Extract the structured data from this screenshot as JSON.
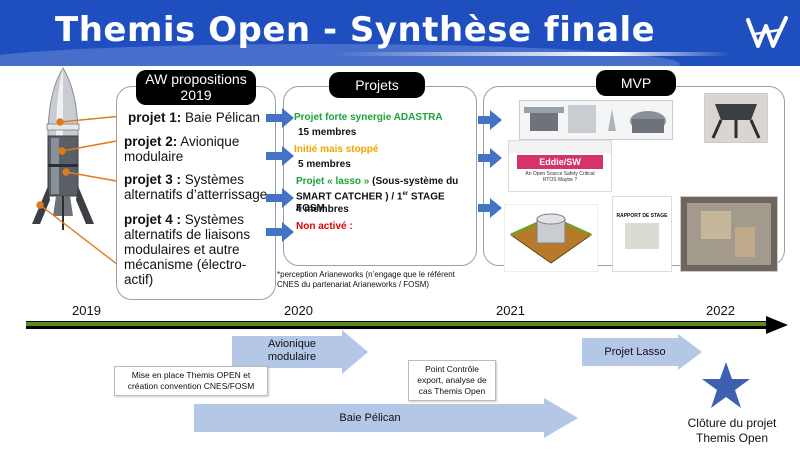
{
  "title": "Themis Open - Synthèse finale",
  "headers": {
    "aw_line1": "AW propositions",
    "aw_line2": "2019",
    "projets": "Projets",
    "mvp": "MVP"
  },
  "propositions": [
    {
      "num": "projet 1:",
      "text": " Baie Pélican"
    },
    {
      "num": "projet 2:",
      "text": " Avionique modulaire"
    },
    {
      "num": "projet 3 :",
      "text": " Systèmes alternatifs d’atterrissage"
    },
    {
      "num": "projet 4 :",
      "text": " Systèmes alternatifs de liaisons modulaires et autre mécanisme (électro-actif)"
    }
  ],
  "projets": {
    "p1_title": "Projet forte synergie ADASTRA",
    "p1_sub": "15 membres",
    "p2_title": "Initié mais stoppé",
    "p2_sub": "5 membres",
    "p3_title_a": "Projet « lasso »",
    "p3_title_b": " (Sous-système du SMART CATCHER ) / 1",
    "p3_sup": "er",
    "p3_title_c": " STAGE FOSM",
    "p3_sub": "4 membres",
    "p4_title": "Non activé :"
  },
  "footnote": "*perception Arianeworks (n’engage que le référent CNES du partenariat Arianeworks / FOSM)",
  "mvp_thumbs": {
    "eddie_label": "Eddie/SW",
    "eddie_paper": "An Open Source Safety Critical RTOS Maybe ?",
    "rapport": "RAPPORT DE STAGE"
  },
  "years": [
    "2019",
    "2020",
    "2021",
    "2022"
  ],
  "timeline": {
    "avionique": "Avionique modulaire",
    "lasso": "Projet Lasso",
    "baie": "Baie Pélican",
    "note1": "Mise en place Themis OPEN et création convention CNES/FOSM",
    "note2": "Point Contrôle export, analyse de cas Themis Open",
    "closure": "Clôture du projet Themis Open"
  },
  "colors": {
    "banner": "#1f4fbf",
    "arrow_blue": "#4472c4",
    "light_arrow": "#b4c7e7",
    "green": "#1aa33a",
    "orange": "#f0a500",
    "red": "#e00000",
    "star": "#3f5fb0"
  }
}
